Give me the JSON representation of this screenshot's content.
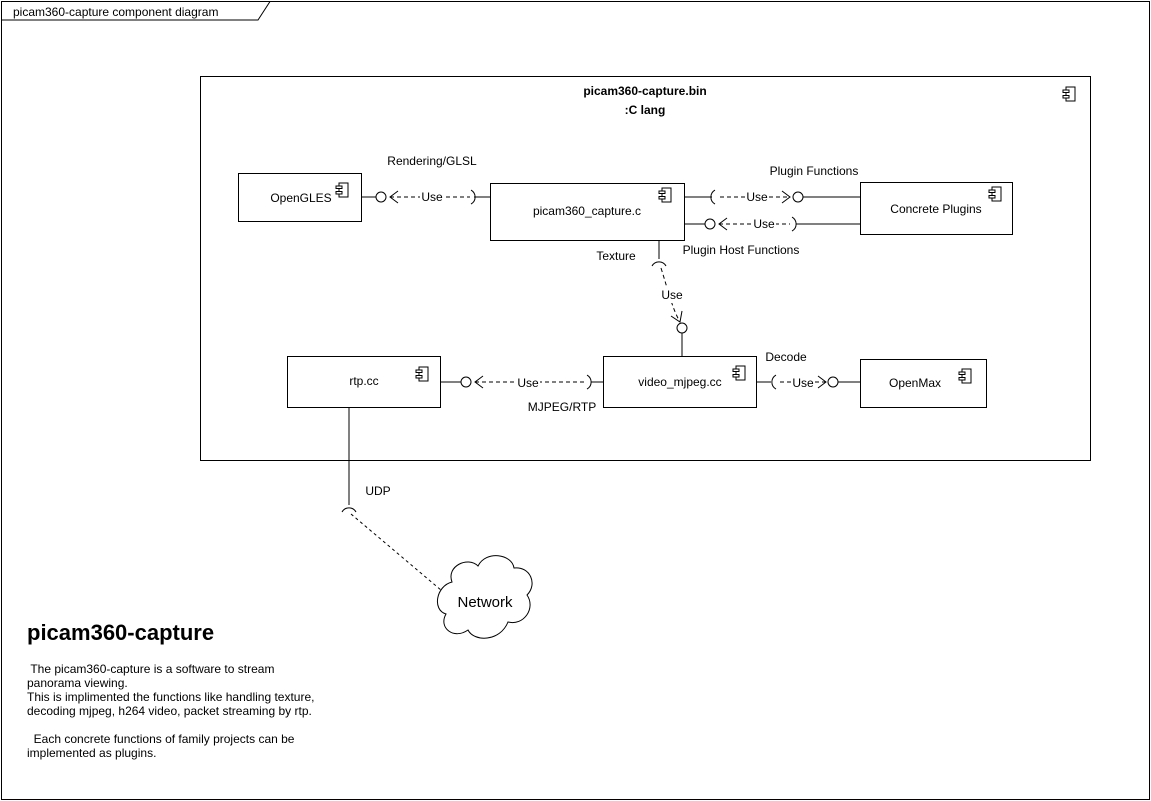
{
  "frame": {
    "title": "picam360-capture component diagram"
  },
  "container": {
    "title": "picam360-capture.bin",
    "subtitle": ":C lang"
  },
  "components": {
    "opengles": "OpenGLES",
    "capture": "picam360_capture.c",
    "plugins": "Concrete Plugins",
    "rtp": "rtp.cc",
    "mjpeg": "video_mjpeg.cc",
    "openmax": "OpenMax"
  },
  "interfaces": {
    "rendering": "Rendering/GLSL",
    "plugin_functions": "Plugin Functions",
    "plugin_host_functions": "Plugin Host Functions",
    "texture": "Texture",
    "decode": "Decode",
    "mjpeg_rtp": "MJPEG/RTP",
    "udp": "UDP"
  },
  "use_label": "Use",
  "network": "Network",
  "description": {
    "title": "picam360-capture",
    "para1": " The picam360-capture is a software to stream panorama viewing.",
    "para2": "This is implimented the functions like handling texture, decoding mjpeg, h264 video, packet streaming by rtp.",
    "para3": "  Each concrete functions of family projects can be implemented as plugins."
  }
}
